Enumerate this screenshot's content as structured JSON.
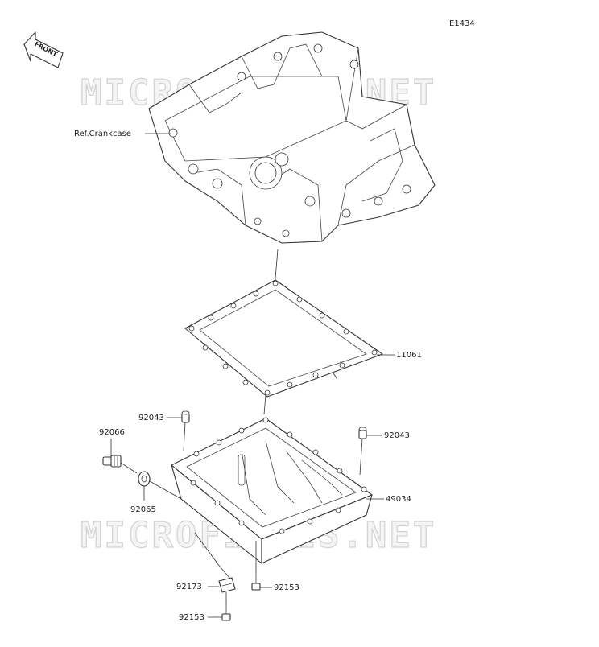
{
  "diagram": {
    "code": "E1434",
    "front_arrow": "FRONT",
    "watermark": "MICROFICHES.NET",
    "reference": "Ref.Crankcase",
    "parts": {
      "gasket": "11061",
      "dowel_top_left": "92043",
      "dowel_right": "92043",
      "drain_plug": "92066",
      "washer": "92065",
      "oil_pan": "49034",
      "clamp": "92173",
      "bolt_right": "92153",
      "bolt_bottom": "92153"
    }
  }
}
